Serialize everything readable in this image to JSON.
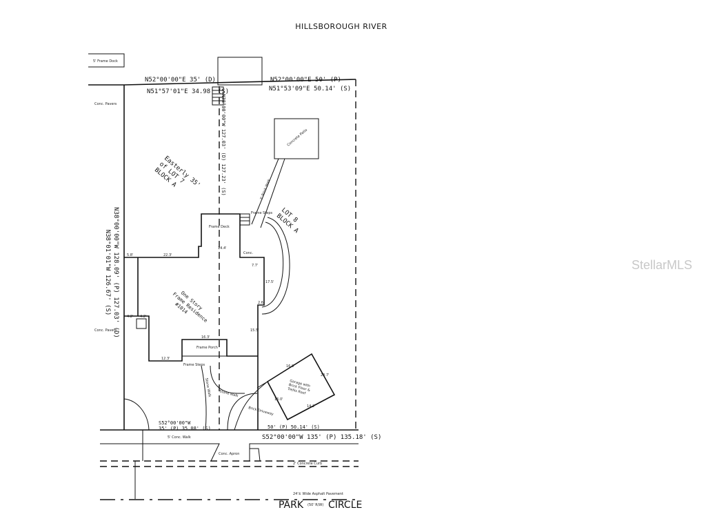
{
  "title": "HILLSBOROUGH RIVER",
  "watermark": "StellarMLS",
  "boundaries": {
    "top_left_deed": "N52°00'00\"E 35' (D)",
    "top_left_survey": "N51°57'01\"E 34.98' (S)",
    "top_right_plat": "N52°00'00\"E 50' (P)",
    "top_right_survey": "N51°53'09\"E 50.14' (S)",
    "left_side": "N38°00'00\"W 128.09' (P) 127.03' (D)",
    "left_side_2": "N38°01'01\"W 126.67' (S)",
    "center_line": "N38°00'00\"W 127.03' (D) 127.23' (S)",
    "bottom_left_bearing": "S52°00'00\"W",
    "bottom_left_dist": "35' (P) 35.08' (S)",
    "bottom_right_dist": "50' (P) 50.14' (S)",
    "bottom_full": "S52°00'00\"W 135' (P) 135.18' (S)"
  },
  "labels": {
    "frame_dock_left": "5' Frame Dock",
    "conc_pavers": "Conc. Pavers",
    "conc_pavers_2": "Conc. Pavers",
    "lot7": [
      "Easterly 35'",
      "of LOT 7",
      "BLOCK A"
    ],
    "lot8": [
      "LOT 8",
      "BLOCK A"
    ],
    "concrete_patio": "Concrete Patio",
    "frame_deck": "Frame Deck",
    "frame_steps": "Frame Steps",
    "conc": "Conc.",
    "brick_walk": "3' Brick Walk",
    "residence": [
      "One Story",
      "Frame Residence",
      "#1014"
    ],
    "frame_porch": "Frame Porch",
    "frame_steps_2": "Frame Steps",
    "stone_walk": "Stone Walk",
    "stone_walk_2": "Stone Walk",
    "brick_driveway": "Brick Driveway",
    "garage": [
      "Garage with",
      "Brick Floor &",
      "Trellis Roof"
    ],
    "conc_walk": "5' Conc. Walk",
    "conc_apron": "Conc. Apron",
    "concrete_curb": "2' Concrete Curb",
    "asphalt": "24'± Wide Asphalt Pavement",
    "street_left": "PARK",
    "street_row": "(50' R/W)",
    "street_right": "CIRCLE"
  },
  "dimensions": [
    "22.3'",
    "14.4'",
    "16.3'",
    "12.3'",
    "15.5'",
    "17.5'",
    "16.0'",
    "16.8'",
    "23.7'",
    "14.2'",
    "7.7'",
    "2.6'",
    "4.2'",
    "4.2'",
    "5.8'"
  ]
}
